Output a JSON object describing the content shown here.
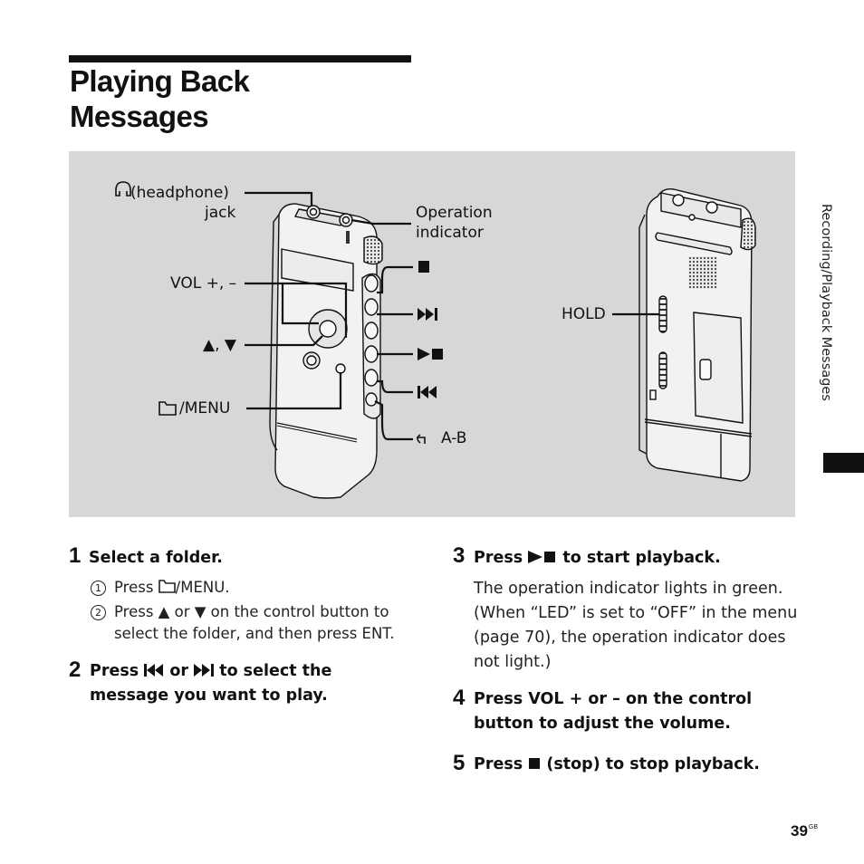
{
  "title": {
    "line1": "Playing Back",
    "line2": "Messages"
  },
  "side_tab": "Recording/Playback Messages",
  "figure": {
    "headphone_label": "(headphone)",
    "headphone_label2": "jack",
    "operation_indicator_1": "Operation",
    "operation_indicator_2": "indicator",
    "vol_label": "VOL +, –",
    "updown_label": "▲, ▼",
    "menu_label": "/MENU",
    "ab_label": "A-B",
    "hold_label": "HOLD"
  },
  "steps": [
    {
      "num": "1",
      "heading": "Select a folder.",
      "substeps": [
        {
          "marker": "1",
          "prefix": "Press ",
          "suffix": "/MENU."
        },
        {
          "marker": "2",
          "line1": "Press ▲ or ▼ on the control button to",
          "line2": "select the folder, and then press ENT."
        }
      ]
    },
    {
      "num": "2",
      "head_a": "Press ",
      "head_b": " or ",
      "head_c": " to select the",
      "head_line2": "message you want to play."
    },
    {
      "num": "3",
      "head_a": "Press ",
      "head_b": " to start playback.",
      "body": [
        "The operation indicator lights in green.",
        "(When “LED” is set to “OFF” in the menu",
        "(page 70), the operation indicator does",
        "not light.)"
      ]
    },
    {
      "num": "4",
      "line1": "Press VOL + or – on the control",
      "line2": "button to adjust the volume."
    },
    {
      "num": "5",
      "head_a": "Press ",
      "head_b": " (stop) to stop playback."
    }
  ],
  "page": {
    "number": "39",
    "suffix": "GB"
  }
}
